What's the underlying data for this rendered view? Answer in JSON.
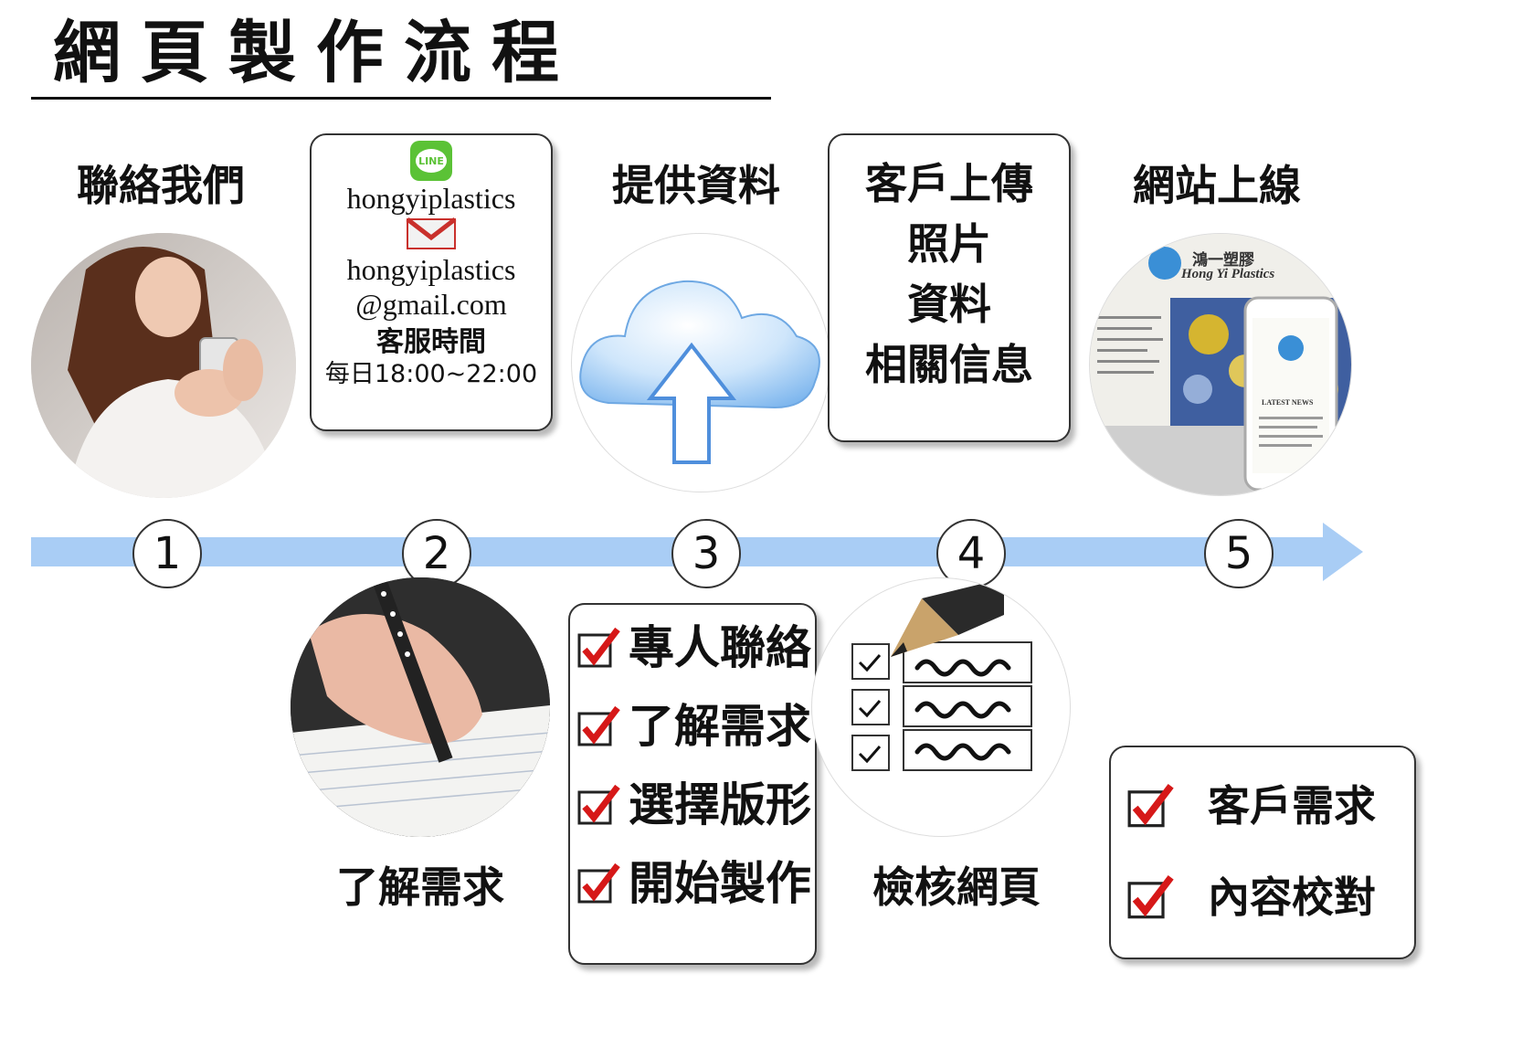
{
  "title": "網頁製作流程",
  "steps": {
    "s1": {
      "label": "聯絡我們",
      "number": "1"
    },
    "s2": {
      "label": "了解需求",
      "number": "2"
    },
    "s3": {
      "label": "提供資料",
      "number": "3"
    },
    "s4": {
      "label": "檢核網頁",
      "number": "4"
    },
    "s5": {
      "label": "網站上線",
      "number": "5"
    }
  },
  "contact": {
    "line_badge": "LINE",
    "line_id": "hongyiplastics",
    "mail_user": "hongyiplastics",
    "mail_domain": "@gmail.com",
    "hours_title": "客服時間",
    "hours_value": "每日18:00~22:00"
  },
  "upload": {
    "items": [
      "客戶上傳",
      "照片",
      "資料",
      "相關信息"
    ]
  },
  "requirements": {
    "items": [
      "專人聯絡",
      "了解需求",
      "選擇版形",
      "開始製作"
    ]
  },
  "review": {
    "items": [
      "客戶需求",
      "內容校對"
    ]
  },
  "site": {
    "brand_cn": "鴻一塑膠",
    "brand_en": "Hong Yi Plastics",
    "news": "LATEST NEWS"
  },
  "colors": {
    "timeline": "#a9cdf5",
    "check": "#d61818"
  }
}
